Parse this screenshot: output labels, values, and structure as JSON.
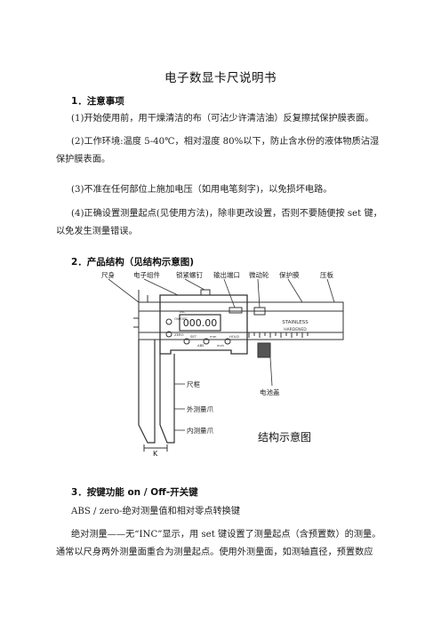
{
  "document": {
    "title": "电子数显卡尺说明书",
    "sections": [
      {
        "heading": "1．注意事项",
        "paragraphs": [
          "(1)开始使用前，用干燥清洁的布（可沾少许清洁油）反复擦拭保护膜表面。",
          "(2)工作环境:温度 5-40℃，相对湿度 80%以下，防止含水份的液体物质沾湿保护膜表面。",
          "(3)不准在任何部位上施加电压（如用电笔刻字)，以免损坏电路。",
          "(4)正确设置测量起点(见使用方法)，除非更改设置，否则不要随便按 set 键，以免发生测量错误。"
        ]
      },
      {
        "heading": "2．产品结构（见结构示意图)"
      },
      {
        "heading": "3．按键功能 on / Off-开关键",
        "paragraphs": [
          "ABS / zero-绝对测量值和相对零点转换键",
          "绝对测量——无“INC”显示，用 set 键设置了测量起点（含预置数）的测量。通常以尺身两外测量面重合为测量起点。使用外测量面，如测轴直径，预置数应"
        ]
      }
    ]
  },
  "diagram": {
    "caption": "结构示意图",
    "labels": {
      "ruler_body": "尺身",
      "electronic_assembly": "电子组件",
      "lock_screw": "锁紧螺钉",
      "output_port": "输出端口",
      "thumb_wheel": "微动轮",
      "protective_film": "保护膜",
      "scale_plate": "压板",
      "ruler_frame": "尺框",
      "outer_jaw": "外测量爪",
      "inner_jaw": "内测量爪",
      "battery_cover": "电池盖",
      "k_mark": "K"
    },
    "lcd_reading": "000.00",
    "body_marking": "STAINLESS",
    "body_marking_sub": "HARDENED",
    "buttons": [
      "ON/OFF",
      "ZERO",
      "SET",
      "INC",
      "mm",
      "ABS",
      "inch",
      "HOLD"
    ]
  },
  "colors": {
    "text": "#222222",
    "line": "#333333"
  }
}
